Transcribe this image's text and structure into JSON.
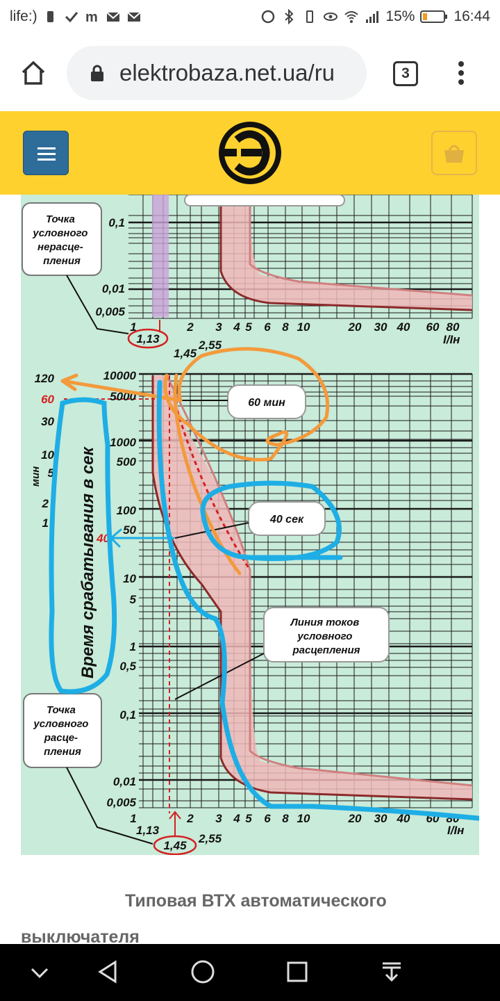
{
  "status_bar": {
    "carrier": "life:)",
    "battery_percent": "15%",
    "time": "16:44"
  },
  "browser": {
    "url": "elektrobaza.net.ua/ru",
    "tab_count": "3"
  },
  "site_header": {
    "logo_letter": "Э"
  },
  "figure": {
    "top_chart": {
      "y_ticks": [
        "0,1",
        "0,01",
        "0,005"
      ],
      "x_ticks": [
        "1",
        "2",
        "3",
        "4",
        "5",
        "6",
        "8",
        "10",
        "20",
        "30",
        "40",
        "60",
        "80"
      ],
      "x_axis_unit": "I/Iн",
      "marker_value": "1,13",
      "below_labels": [
        "1,45",
        "2,55"
      ],
      "callout": "Точка условного нерасце-пления"
    },
    "bottom_chart": {
      "y_ticks_sec": [
        "10000",
        "5000",
        "1000",
        "500",
        "100",
        "50",
        "10",
        "5",
        "1",
        "0,5",
        "0,1",
        "0,01",
        "0,005"
      ],
      "y_ticks_min": [
        "120",
        "60",
        "30",
        "10",
        "5",
        "2",
        "1"
      ],
      "min_label": "мин",
      "sec_label_visible": "40",
      "y_axis_title": "Время срабатывания в сек",
      "x_ticks": [
        "1",
        "2",
        "3",
        "4",
        "5",
        "6",
        "8",
        "10",
        "20",
        "30",
        "40",
        "60",
        "80"
      ],
      "x_axis_unit": "I/Iн",
      "marker_value": "1,45",
      "below_labels": [
        "1,13",
        "2,55"
      ],
      "callout_60": "60 мин",
      "callout_40": "40 сек",
      "callout_line": "Линия токов условного расцепления",
      "callout_point": "Точка условного расце-пления"
    },
    "colors": {
      "chart_bg": "#c9ebd9",
      "grid": "#1a1a1a",
      "band": "#f0b8b8",
      "curve": "#8b2a2a",
      "scribble_orange": "#f39a3c",
      "scribble_blue": "#1eaee5",
      "marker_red": "#d42020"
    }
  },
  "caption": {
    "line1": "Типовая ВТХ автоматического",
    "line2": "выключателя"
  },
  "icons": [
    "home-icon",
    "lock-icon",
    "tabs-icon",
    "more-icon",
    "hamburger-icon",
    "cart-icon",
    "back-icon",
    "home-circle-icon",
    "recents-icon",
    "notification-down-icon"
  ]
}
